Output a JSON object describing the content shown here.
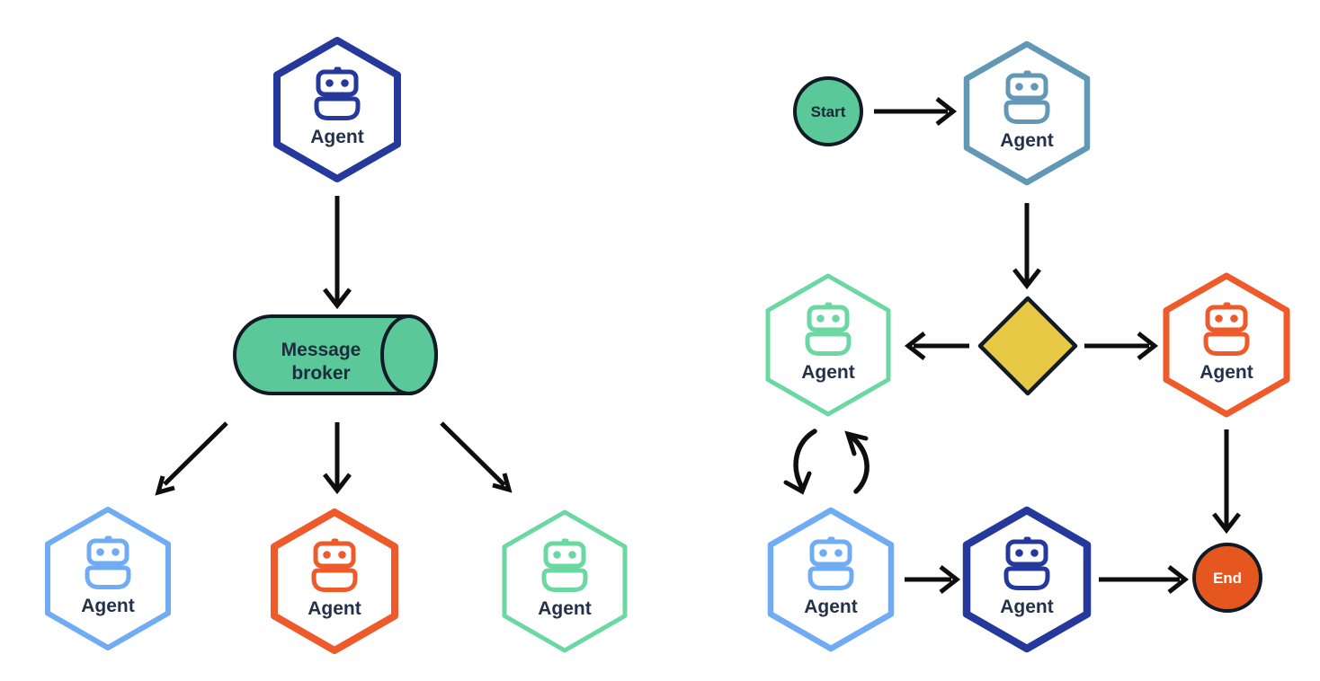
{
  "colors": {
    "dark_blue": "#24399B",
    "light_blue": "#6FACF4",
    "orange": "#EE5A29",
    "mint": "#6BD8A2",
    "teal": "#6298B6",
    "node_green_fill": "#5AC898",
    "diamond_yellow": "#E7C845",
    "end_orange_fill": "#E6571F",
    "arrow_black": "#0E0E0E",
    "label_ink": "#24314A"
  },
  "icons": {
    "agent_icon": "robot-icon"
  },
  "left": {
    "coordinator": {
      "label": "Agent"
    },
    "broker": {
      "line1": "Message",
      "line2": "broker"
    },
    "workers": [
      {
        "label": "Agent"
      },
      {
        "label": "Agent"
      },
      {
        "label": "Agent"
      }
    ]
  },
  "right": {
    "start": {
      "label": "Start"
    },
    "router_agent": {
      "label": "Agent"
    },
    "branch_left_agent": {
      "label": "Agent"
    },
    "branch_right_agent": {
      "label": "Agent"
    },
    "loop_agent": {
      "label": "Agent"
    },
    "final_agent": {
      "label": "Agent"
    },
    "end": {
      "label": "End"
    }
  }
}
